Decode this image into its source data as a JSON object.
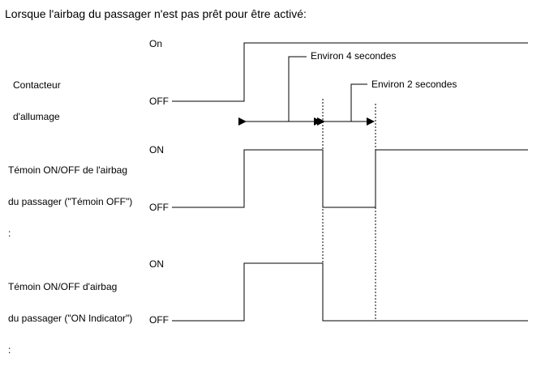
{
  "title": "Lorsque l'airbag du passager n'est pas prêt pour être activé:",
  "signals": [
    {
      "label_lines": [
        "Contacteur",
        "d'allumage"
      ],
      "on_label": "On",
      "off_label": "OFF"
    },
    {
      "label_lines": [
        "Témoin ON/OFF de l'airbag",
        "du passager (\"Témoin OFF\")",
        ":"
      ],
      "on_label": "ON",
      "off_label": "OFF"
    },
    {
      "label_lines": [
        "Témoin ON/OFF d'airbag",
        "du passager (\"ON Indicator\")",
        ":"
      ],
      "on_label": "ON",
      "off_label": "OFF"
    }
  ],
  "annotations": {
    "interval_1": "Environ 4 secondes",
    "interval_2": "Environ 2 secondes"
  }
}
